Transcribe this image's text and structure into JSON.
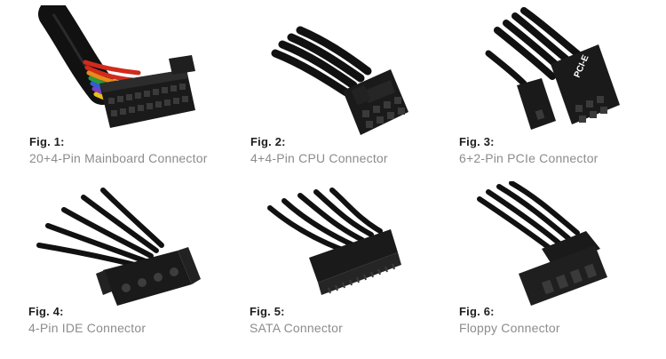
{
  "figures": [
    {
      "label": "Fig. 1:",
      "caption": "20+4-Pin Mainboard Connector",
      "icon": "atx-24pin-connector"
    },
    {
      "label": "Fig. 2:",
      "caption": "4+4-Pin CPU Connector",
      "icon": "cpu-8pin-connector"
    },
    {
      "label": "Fig. 3:",
      "caption": "6+2-Pin PCIe Connector",
      "icon": "pcie-8pin-connector",
      "connector_text": "PCI-E"
    },
    {
      "label": "Fig. 4:",
      "caption": "4-Pin IDE Connector",
      "icon": "molex-4pin-connector"
    },
    {
      "label": "Fig. 5:",
      "caption": "SATA Connector",
      "icon": "sata-power-connector"
    },
    {
      "label": "Fig. 6:",
      "caption": "Floppy Connector",
      "icon": "floppy-4pin-connector"
    }
  ],
  "colors": {
    "label": "#1e1e1e",
    "caption": "#8c8c8c",
    "connector": "#1a1a1a",
    "cable": "#111111"
  }
}
